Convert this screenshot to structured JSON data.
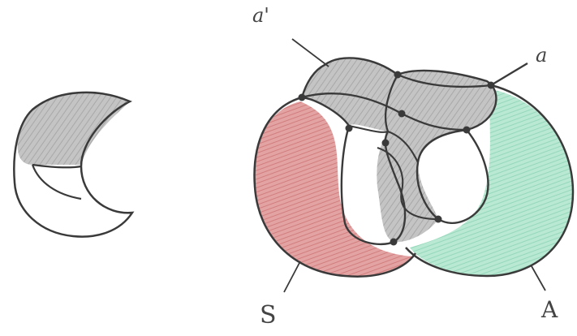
{
  "labels": {
    "a_prime": "a'",
    "a": "a",
    "s": "S",
    "A": "A"
  },
  "colors": {
    "stroke": "#3a3a3a",
    "grey_shade": "#bdbdbd",
    "red_shade": "#d98989",
    "green_shade": "#a9e0c8",
    "paper": "#ffffff"
  },
  "icons": {
    "dot": "filled-circle"
  }
}
